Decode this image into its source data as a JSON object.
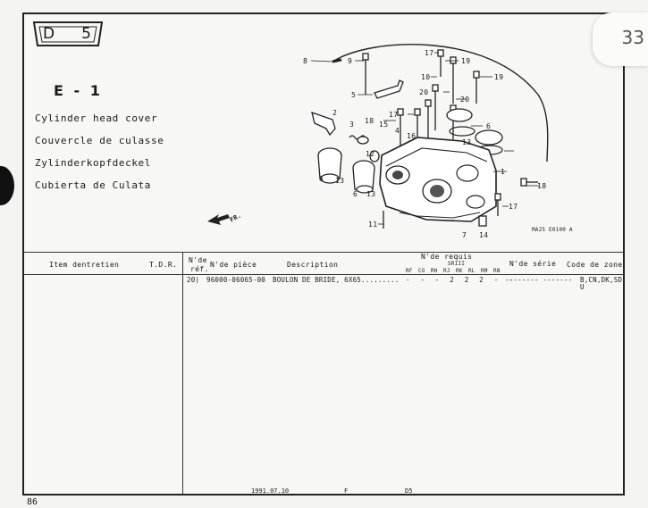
{
  "page": {
    "corner_page_number": "33",
    "bottom_page_number": "86"
  },
  "header": {
    "badge_letter": "D",
    "badge_number": "5",
    "section_code": "E - 1",
    "titles": [
      "Cylinder head cover",
      "Couvercle de culasse",
      "Zylinderkopfdeckel",
      "Cubierta de Culata"
    ]
  },
  "diagram": {
    "callouts": [
      "8",
      "9",
      "17",
      "19",
      "10",
      "20",
      "19",
      "5",
      "20",
      "17",
      "18",
      "16",
      "15",
      "2",
      "3",
      "4",
      "6",
      "13",
      "12",
      "6",
      "13",
      "6",
      "13",
      "1",
      "18",
      "17",
      "11",
      "7",
      "14"
    ],
    "fr_label": "FR.",
    "ref_code": "MA25 E0100 A"
  },
  "table": {
    "headers": {
      "item": "Item dentretien",
      "tdr": "T.D.R.",
      "ref_line1": "N'de",
      "ref_line2": "réf.",
      "part_no": "N'de pièce",
      "description": "Description",
      "qty_title": "N'de requis",
      "qty_sub": "SRIII",
      "serial": "N'de série",
      "zone": "Code de zone",
      "qty_cols": [
        "RF",
        "CG",
        "RH",
        "RJ",
        "RK",
        "RL",
        "RM",
        "RN"
      ]
    },
    "rows": [
      {
        "ref": "20)",
        "part_no": "96000-06065-00",
        "description": "BOULON DE BRIDE, 6X65.........",
        "qty": "- - - 2 2 2 - -",
        "serial": "-------- -------",
        "zone": "B,CN,DK,SD",
        "zone_cont": "U"
      }
    ]
  },
  "footer": {
    "date": "1991.07.10",
    "code_f": "F",
    "code_d5": "D5"
  }
}
